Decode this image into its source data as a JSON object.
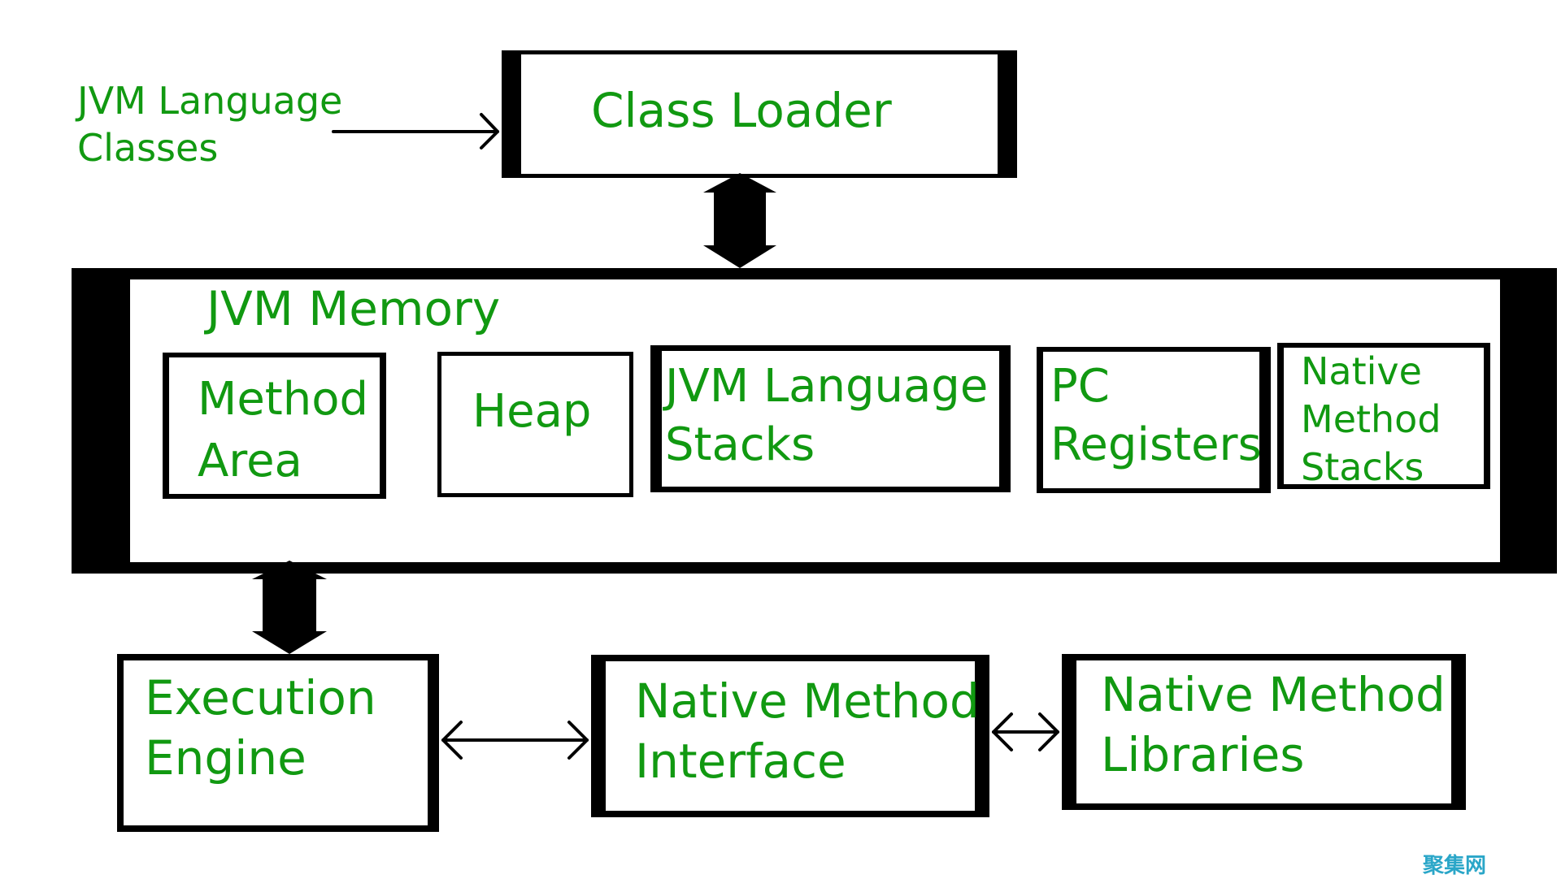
{
  "colors": {
    "text": "#119911",
    "border": "#000000",
    "background": "#ffffff",
    "watermark": "#2aa6c8"
  },
  "input": {
    "line1": "JVM Language",
    "line2": "Classes"
  },
  "class_loader": {
    "label": "Class Loader"
  },
  "memory": {
    "title": "JVM Memory",
    "method_area": {
      "line1": "Method",
      "line2": "Area"
    },
    "heap": {
      "label": "Heap"
    },
    "language_stacks": {
      "line1": "JVM Language",
      "line2": "Stacks"
    },
    "pc_registers": {
      "line1": "PC",
      "line2": "Registers"
    },
    "native_method_stacks": {
      "line1": "Native",
      "line2": "Method",
      "line3": "Stacks"
    }
  },
  "execution_engine": {
    "line1": "Execution",
    "line2": "Engine"
  },
  "native_interface": {
    "line1": "Native Method",
    "line2": "Interface"
  },
  "native_libraries": {
    "line1": "Native Method",
    "line2": "Libraries"
  },
  "watermark": {
    "text": "聚集网"
  }
}
